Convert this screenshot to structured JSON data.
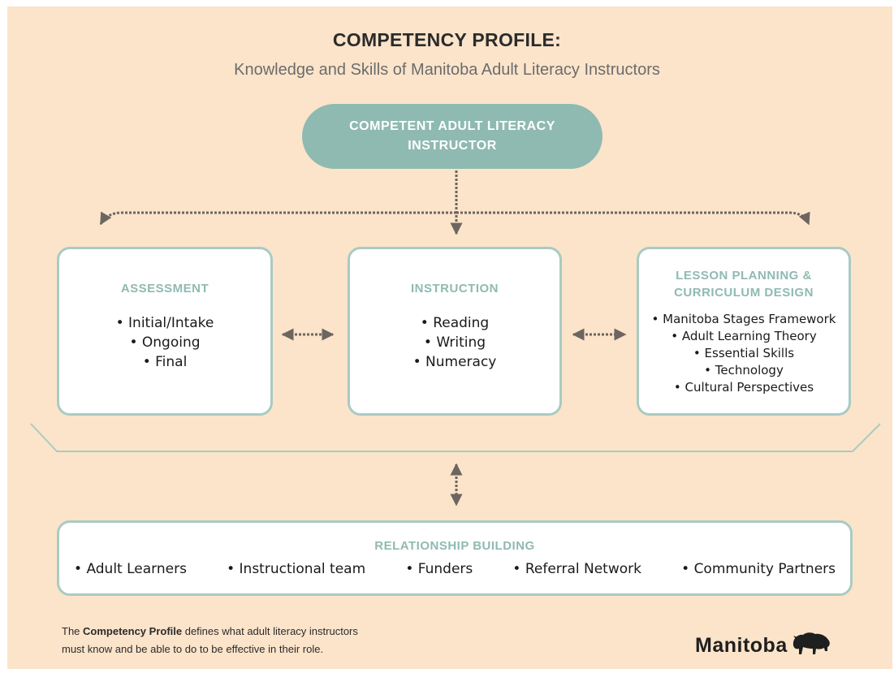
{
  "title": "COMPETENCY PROFILE:",
  "subtitle": "Knowledge and Skills of Manitoba Adult Literacy Instructors",
  "top_node": "COMPETENT ADULT LITERACY INSTRUCTOR",
  "assessment": {
    "heading": "ASSESSMENT",
    "items": [
      "Initial/Intake",
      "Ongoing",
      "Final"
    ]
  },
  "instruction": {
    "heading": "INSTRUCTION",
    "items": [
      "Reading",
      "Writing",
      "Numeracy"
    ]
  },
  "lesson": {
    "heading_line1": "LESSON PLANNING &",
    "heading_line2": "CURRICULUM DESIGN",
    "items": [
      "Manitoba Stages Framework",
      "Adult Learning Theory",
      "Essential Skills",
      "Technology",
      "Cultural Perspectives"
    ]
  },
  "relationship": {
    "heading": "RELATIONSHIP BUILDING",
    "items": [
      "Adult Learners",
      "Instructional team",
      "Funders",
      "Referral Network",
      "Community Partners"
    ]
  },
  "footer": {
    "bold": "Competency Profile",
    "pre": "The ",
    "post": " defines what adult literacy instructors",
    "line2": "must know and be able to do to be effective in their role."
  },
  "logo": {
    "text": "Manitoba",
    "icon": "bison-icon"
  },
  "colors": {
    "background": "#fbe4ca",
    "accent": "#8fbab1",
    "border": "#a9cbc3",
    "arrow": "#6d6560"
  }
}
